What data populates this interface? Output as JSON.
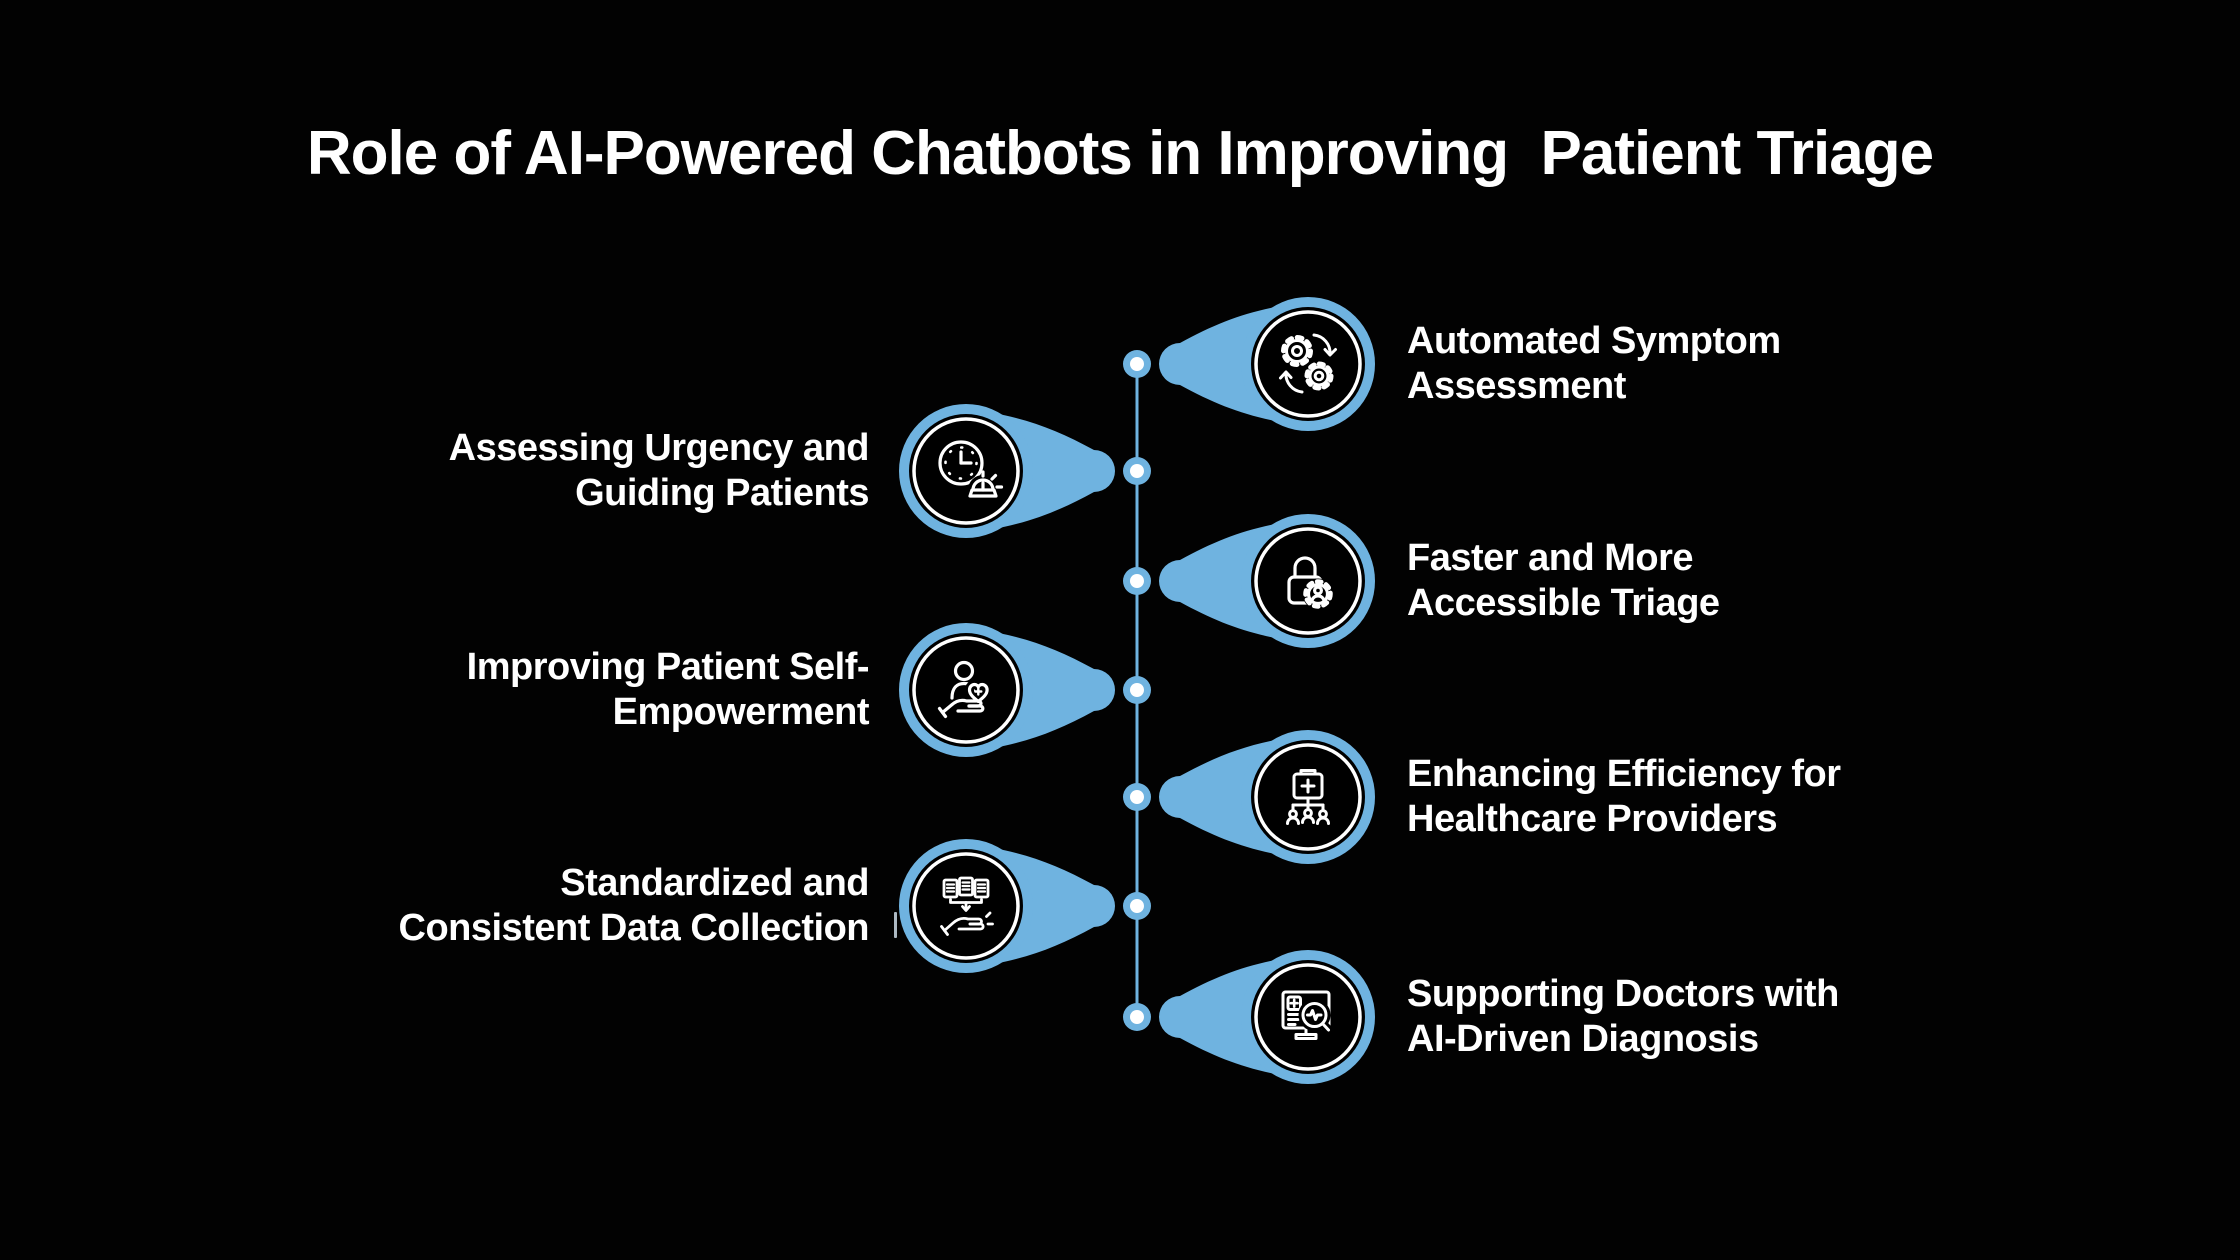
{
  "title": "Role of AI-Powered Chatbots in Improving  Patient Triage",
  "colors": {
    "background": "#020202",
    "accent_blue": "#6FB3E0",
    "text": "#FFFFFF",
    "inner_circle": "#000000",
    "ring": "#FFFFFF"
  },
  "items": [
    {
      "side": "right",
      "icon": "sync-gears-icon",
      "lines": [
        "Automated Symptom",
        "Assessment"
      ]
    },
    {
      "side": "left",
      "icon": "urgency-clock-alarm-icon",
      "lines": [
        "Assessing Urgency and",
        "Guiding Patients"
      ]
    },
    {
      "side": "right",
      "icon": "secure-access-lock-icon",
      "lines": [
        "Faster and More",
        "Accessible Triage"
      ]
    },
    {
      "side": "left",
      "icon": "patient-care-hand-icon",
      "lines": [
        "Improving Patient Self-",
        "Empowerment"
      ]
    },
    {
      "side": "right",
      "icon": "medkit-org-chart-icon",
      "lines": [
        "Enhancing Efficiency for",
        "Healthcare Providers"
      ]
    },
    {
      "side": "left",
      "icon": "data-documents-hand-icon",
      "lines": [
        "Standardized and",
        "Consistent Data Collection"
      ]
    },
    {
      "side": "right",
      "icon": "diagnosis-monitor-magnifier-icon",
      "lines": [
        "Supporting Doctors with",
        "AI-Driven Diagnosis"
      ]
    }
  ]
}
